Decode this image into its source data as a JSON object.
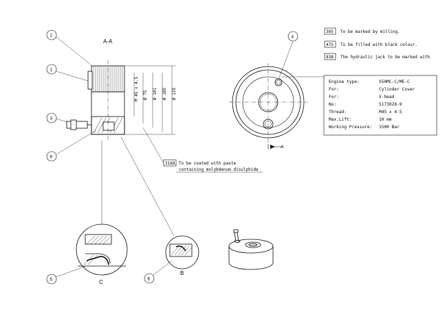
{
  "section_title": "A-A",
  "balloons": [
    "1",
    "2",
    "3",
    "4",
    "5",
    "6",
    "8"
  ],
  "notes": [
    {
      "code": "305",
      "text": "To be marked by milling."
    },
    {
      "code": "475",
      "text": "To be filled with black colour."
    },
    {
      "code": "838",
      "text": "The hydraulic jack to be marked with"
    }
  ],
  "coating_note": {
    "code": "3168",
    "line1": "To be coated with paste",
    "line2": "containing molybdenum disulphide"
  },
  "marking_table": [
    {
      "label": "Engine type:",
      "value": "S50MC-C/ME-C"
    },
    {
      "label": "For:",
      "value": "Cylinder Cover"
    },
    {
      "label": "For:",
      "value": "X-head"
    },
    {
      "label": "No:",
      "value": "5173028-9"
    },
    {
      "label": "Thread:",
      "value": "M45 x 4.5"
    },
    {
      "label": "Max.Lift:",
      "value": "10 mm"
    },
    {
      "label": "Working Pressure:",
      "value": "1500 Bar"
    }
  ],
  "dimensions": [
    "M 45 x 4.5",
    "Ø 75",
    "Ø 101",
    "Ø 105",
    "Ø 135"
  ],
  "section_marker": "A",
  "detail_labels": [
    "C",
    "B"
  ]
}
